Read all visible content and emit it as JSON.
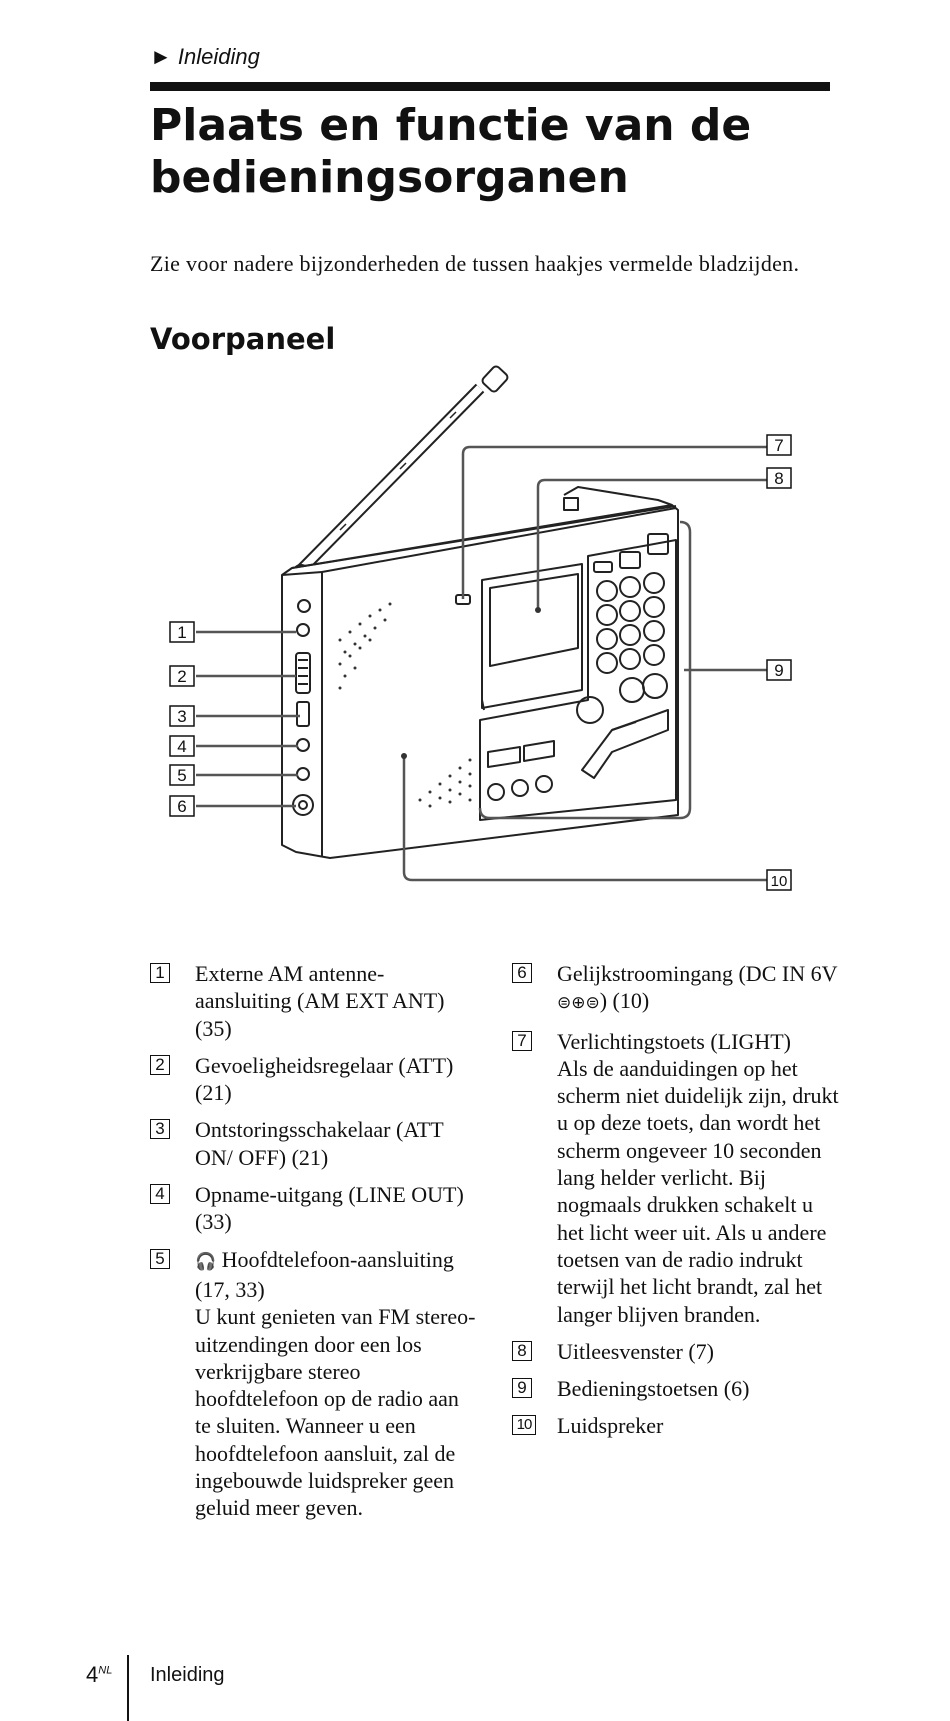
{
  "header": {
    "section_tag": "► Inleiding",
    "title": "Plaats en functie van de bedieningsorganen"
  },
  "intro": "Zie voor nadere bijzonderheden de tussen haakjes vermelde bladzijden.",
  "subheading": "Voorpaneel",
  "diagram": {
    "callouts": [
      "1",
      "2",
      "3",
      "4",
      "5",
      "6",
      "7",
      "8",
      "9",
      "10"
    ]
  },
  "items_left": [
    {
      "num": "1",
      "text": "Externe AM antenne-aansluiting (AM EXT ANT) (35)"
    },
    {
      "num": "2",
      "text": "Gevoeligheidsregelaar (ATT) (21)"
    },
    {
      "num": "3",
      "text": "Ontstoringsschakelaar (ATT ON/ OFF) (21)"
    },
    {
      "num": "4",
      "text": "Opname-uitgang (LINE OUT) (33)"
    },
    {
      "num": "5",
      "icon": "headphones-icon",
      "text": "Hoofdtelefoon-aansluiting (17, 33)",
      "desc": "U kunt genieten van FM stereo-uitzendingen door een los verkrijgbare stereo hoofdtelefoon op de radio aan te sluiten. Wanneer u een hoofdtelefoon aansluit, zal de ingebouwde luidspreker geen geluid meer geven."
    }
  ],
  "items_right": [
    {
      "num": "6",
      "text_before": "Gelijkstroomingang (DC IN 6V ",
      "icon": "dc-polarity-icon",
      "text_after": ") (10)"
    },
    {
      "num": "7",
      "text": "Verlichtingstoets (LIGHT)",
      "desc": "Als de aanduidingen op het scherm niet duidelijk zijn, drukt u op deze toets, dan wordt het scherm ongeveer 10 seconden lang helder verlicht. Bij nogmaals drukken schakelt u het licht weer uit. Als u andere toetsen van de radio indrukt terwijl het licht brandt, zal het langer blijven branden."
    },
    {
      "num": "8",
      "text": "Uitleesvenster (7)"
    },
    {
      "num": "9",
      "text": "Bedieningstoetsen (6)"
    },
    {
      "num": "10",
      "text": "Luidspreker"
    }
  ],
  "footer": {
    "page_number": "4",
    "lang": "NL",
    "label": "Inleiding"
  }
}
